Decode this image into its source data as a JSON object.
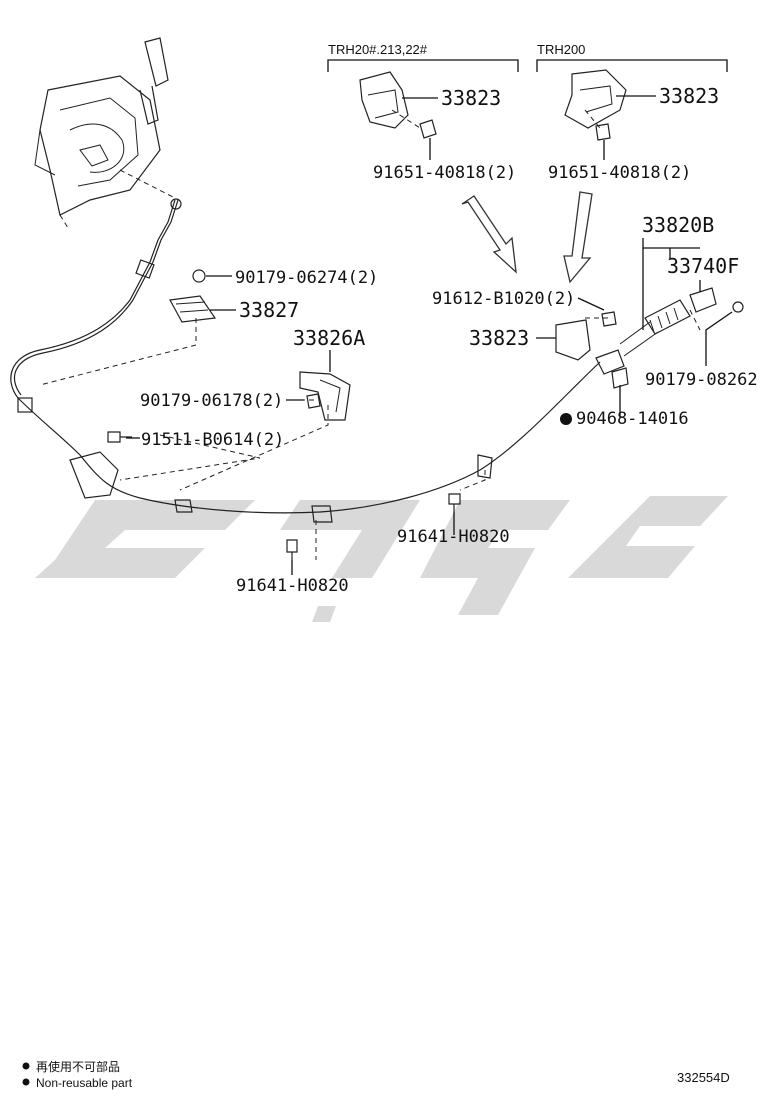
{
  "variants": {
    "left_header": "TRH20#.213,22#",
    "right_header": "TRH200"
  },
  "callouts": {
    "bracket_upper_left": "33823",
    "bracket_upper_right": "33823",
    "bolt_upper_left": "91651-40818(2)",
    "bolt_upper_right": "91651-40818(2)",
    "cable_assy": "33820B",
    "cable_end": "33740F",
    "bolt_mid": "91612-B1020(2)",
    "bracket_mid": "33823",
    "nut_right": "90179-08262",
    "clip_right": "90468-14016",
    "nut_top_left": "90179-06274(2)",
    "bracket_33827": "33827",
    "bracket_33826a": "33826A",
    "nut_mid_left": "90179-06178(2)",
    "bolt_lower_left": "91511-B0614(2)",
    "clamp_center": "91641-H0820",
    "clamp_lower": "91641-H0820"
  },
  "footer": {
    "legend_cn": "再使用不可部品",
    "legend_en": "Non-reusable part",
    "diagram_code": "332554D"
  },
  "colors": {
    "line": "#222222",
    "watermark": "#d9d9d9"
  }
}
